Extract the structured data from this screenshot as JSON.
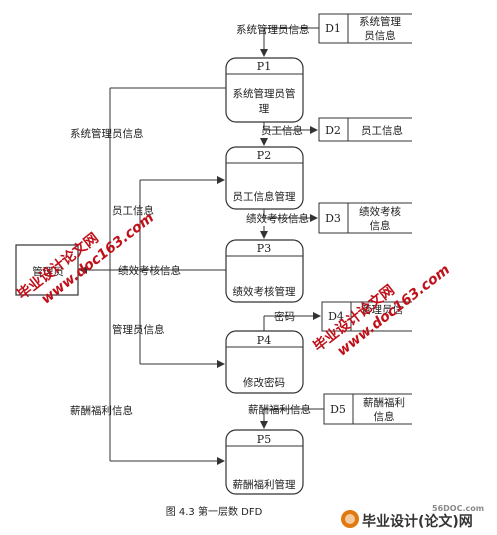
{
  "processes": [
    {
      "id": "P1",
      "name_lines": [
        "系统管理员管",
        "理"
      ]
    },
    {
      "id": "P2",
      "name_lines": [
        "员工信息管理"
      ]
    },
    {
      "id": "P3",
      "name_lines": [
        "绩效考核管理"
      ]
    },
    {
      "id": "P4",
      "name_lines": [
        "修改密码"
      ]
    },
    {
      "id": "P5",
      "name_lines": [
        "薪酬福利管理"
      ]
    }
  ],
  "datastores": [
    {
      "id": "D1",
      "name_lines": [
        "系统管理",
        "员信息"
      ]
    },
    {
      "id": "D2",
      "name_lines": [
        "员工信息"
      ]
    },
    {
      "id": "D3",
      "name_lines": [
        "绩效考核",
        "信息"
      ]
    },
    {
      "id": "D4",
      "name_lines": [
        "管理员信"
      ]
    },
    {
      "id": "D5",
      "name_lines": [
        "薪酬福利",
        "信息"
      ]
    }
  ],
  "external_entity": {
    "name": "管理员"
  },
  "flows": {
    "d1_to_p1": "系统管理员信息",
    "p1_to_d2": "员工信息",
    "p2_to_d3": "绩效考核信息",
    "p4_to_d4": "密码",
    "d5_to_p5": "薪酬福利信息",
    "left_to_p1": "系统管理员信息",
    "to_p2": "员工信息",
    "p3_to_admin": "绩效考核信息",
    "to_p4": "管理员信息",
    "to_p5": "薪酬福利信息"
  },
  "caption": "图 4.3  第一层数 DFD",
  "watermarks": {
    "url_1": "www.doc163.com",
    "cn_1": "毕业设计论文网",
    "url_2": "www.doc163.com",
    "cn_2": "毕业设计论文网"
  },
  "logo": {
    "site": "56DOC.com",
    "name": "毕业设计(论文)网"
  }
}
